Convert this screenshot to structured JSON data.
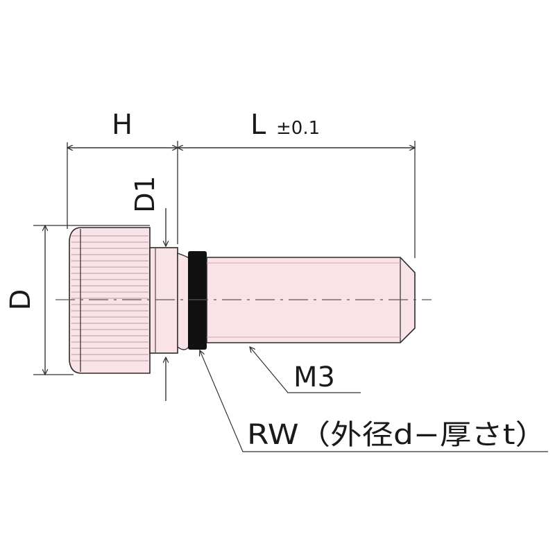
{
  "labels": {
    "H": "H",
    "L": "L",
    "L_tol": "±0.1",
    "D": "D",
    "D1": "D1",
    "M3": "M3",
    "RW": "RW（外径d−厚さt）"
  },
  "colors": {
    "body_fill": "#f9e3e6",
    "body_stroke": "#2a2a2a",
    "knurl": "#c9a9ae",
    "washer": "#111111",
    "dim_line": "#333333"
  }
}
